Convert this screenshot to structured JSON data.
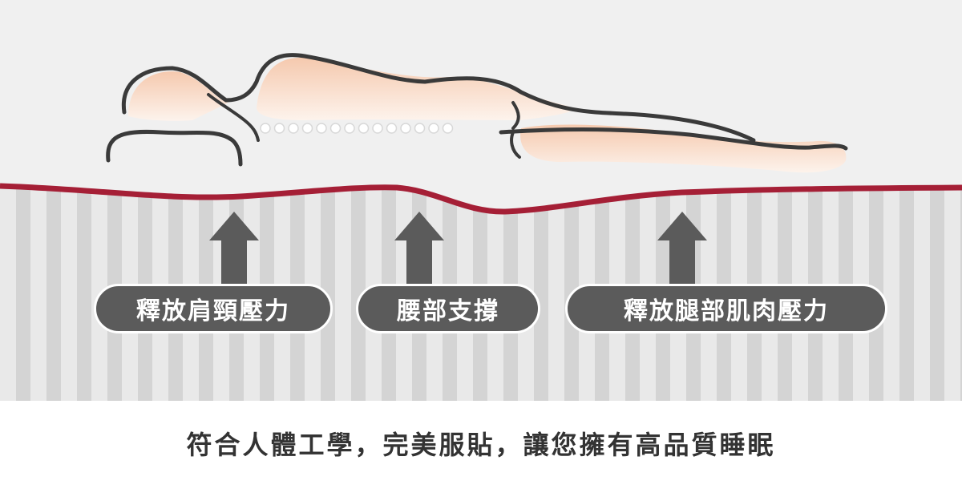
{
  "labels": {
    "neck_shoulder": "釋放肩頸壓力",
    "waist": "腰部支撐",
    "legs": "釋放腿部肌肉壓力"
  },
  "tagline": "符合人體工學，完美服貼，讓您擁有高品質睡眠",
  "colors": {
    "background_top": "#f0f0f0",
    "stripe_light": "#e9e9e9",
    "stripe_dark": "#d4d4d4",
    "mattress_line": "#a51f36",
    "arrow": "#5b5b5b",
    "skin": "#f8dccb",
    "outline": "#3a3a3a"
  },
  "icons": [
    "arrow-up-icon",
    "sleeping-person-illustration",
    "spine-dots-icon"
  ]
}
